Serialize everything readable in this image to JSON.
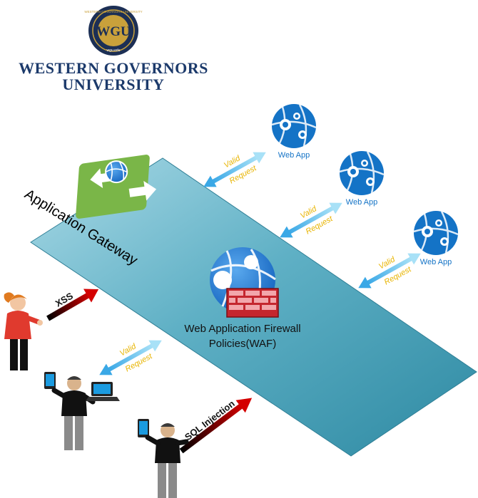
{
  "logo": {
    "seal_text": "WESTERN GOVERNORS UNIVERSITY",
    "seal_initials": "WGU",
    "seal_url": "wgu.edu",
    "name_line1": "WESTERN GOVERNORS",
    "name_line2": "UNIVERSITY",
    "name_color": "#1c3a6b"
  },
  "gateway": {
    "label": "Application Gateway",
    "plane_color": "#4aa3b8"
  },
  "waf": {
    "line1": "Web Application Firewall",
    "line2": "Policies(WAF)"
  },
  "web_apps": [
    {
      "label": "Web App"
    },
    {
      "label": "Web App"
    },
    {
      "label": "Web App"
    }
  ],
  "flows": {
    "valid_line1": "Valid",
    "valid_line2": "Request",
    "xss": "XSS",
    "sql_injection": "SQL Injection"
  },
  "colors": {
    "azure_blue": "#1473c6",
    "valid_text": "#e8b400",
    "valid_arrow": "#5bc0ee",
    "attack_arrow": "#cc0000",
    "gateway_green": "#7ab648"
  }
}
